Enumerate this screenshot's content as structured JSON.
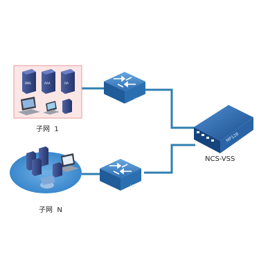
{
  "diagram": {
    "subnet1": {
      "label": "子网  1",
      "servers": [
        "DNS",
        "AAA",
        "OA"
      ]
    },
    "subnetN": {
      "label": "子网  N"
    },
    "switch_top": {
      "label": "L2"
    },
    "switch_bottom": {
      "label": "L2"
    },
    "ncs": {
      "label": "NCS-VSS",
      "device_text": "MP128"
    },
    "colors": {
      "link": "#2f7fb0",
      "subnet1_bg": "#fbe6e6",
      "subnet1_border": "#e79a9a",
      "subnetn_bg": "#3f8fd0",
      "device_dark": "#1d5c9a",
      "device_light": "#4a91d4"
    }
  }
}
